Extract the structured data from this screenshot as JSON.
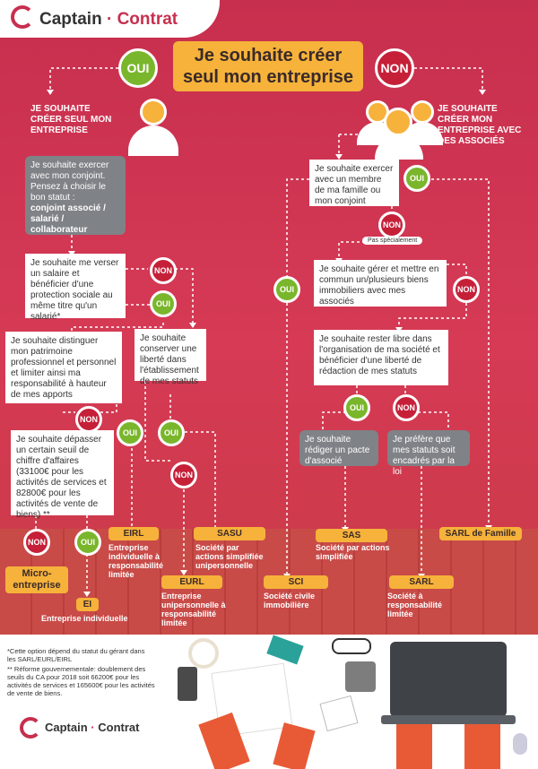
{
  "brand": {
    "name_part1": "Captain",
    "dot": "·",
    "name_part2": "Contrat"
  },
  "title": {
    "line1": "Je souhaite créer",
    "line2": "seul mon entreprise"
  },
  "labels": {
    "oui": "OUI",
    "non": "NON",
    "pas_specialement": "Pas spécialement"
  },
  "left_branch": {
    "heading": "JE SOUHAITE CRÉER SEUL MON ENTREPRISE",
    "q_conjoint": "Je souhaite exercer avec mon conjoint. Pensez à choisir le bon statut :",
    "q_conjoint_bold": "conjoint associé / salarié / collaborateur",
    "q_salaire": "Je souhaite me verser un salaire et bénéficier d'une protection sociale au même titre qu'un salarié*",
    "q_patrimoine": "Je souhaite distinguer mon patrimoine professionnel et personnel et limiter ainsi ma responsabilité à hauteur de mes apports",
    "q_liberte": "Je souhaite conserver une liberté dans l'établissement de mes statuts",
    "q_seuil": "Je souhaite dépasser un certain seuil de chiffre d'affaires (33100€ pour les activités de services et 82800€ pour les activités de vente de biens) **"
  },
  "right_branch": {
    "heading": "JE SOUHAITE CRÉER MON ENTREPRISE AVEC DES ASSOCIÉS",
    "q_famille": "Je souhaite exercer avec un membre de ma famille ou mon conjoint",
    "q_immobilier": "Je souhaite gérer et mettre en commun un/plusieurs biens immobiliers avec mes associés",
    "q_libre": "Je souhaite rester libre dans l'organisation de ma société et bénéficier d'une liberté de rédaction de mes statuts",
    "q_pacte": "Je souhaite rédiger un pacte d'associé",
    "q_encadres": "Je préfère que mes statuts soit encadrés par la loi"
  },
  "results": {
    "micro": {
      "name": "Micro-entreprise"
    },
    "ei": {
      "name": "EI",
      "desc": "Entreprise individuelle"
    },
    "eirl": {
      "name": "EIRL",
      "desc": "Entreprise individuelle à responsabilité limitée"
    },
    "eurl": {
      "name": "EURL",
      "desc": "Entreprise unipersonnelle à responsabilité limitée"
    },
    "sasu": {
      "name": "SASU",
      "desc": "Société par actions simplifiée unipersonnelle"
    },
    "sci": {
      "name": "SCI",
      "desc": "Société civile immobilière"
    },
    "sas": {
      "name": "SAS",
      "desc": "Société par actions simplifiée"
    },
    "sarl": {
      "name": "SARL",
      "desc": "Société à responsabilité limitée"
    },
    "sarl_famille": {
      "name": "SARL de Famille"
    }
  },
  "footnotes": {
    "note1": "*Cette option dépend du statut du gérant dans les SARL/EURL/EIRL",
    "note2": "** Réforme gouvernementale: doublement des seuils du CA pour 2018 soit 66200€ pour les activités de services et 165600€ pour les activités de vente de biens."
  },
  "colors": {
    "background": "#d63a55",
    "accent": "#f6b23a",
    "oui": "#7ab62c",
    "non": "#c62039"
  }
}
